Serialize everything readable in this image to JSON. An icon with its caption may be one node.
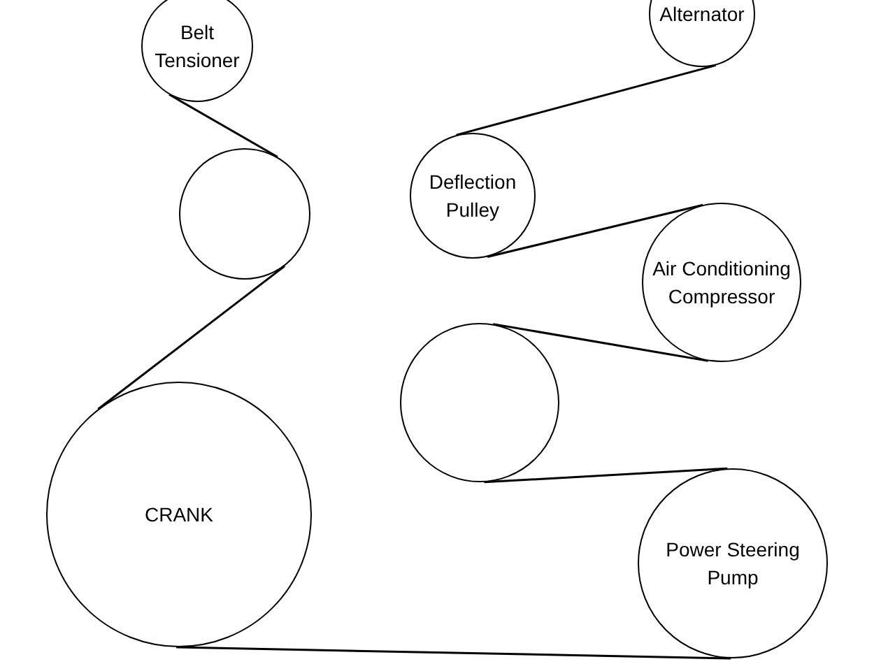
{
  "diagram": {
    "nodes": [
      {
        "text": [
          "Belt Tensioner"
        ]
      },
      {
        "text": [
          "Alternator"
        ]
      },
      {
        "text": [
          "Deflection Pulley"
        ]
      },
      {
        "text": [],
        "shape": "circle"
      },
      {
        "text": [
          "Air Conditioning Compressor"
        ]
      },
      {
        "text": [],
        "shape": "circle"
      },
      {
        "text": [
          "CRANK"
        ]
      },
      {
        "text": [
          "Power Steering Pump"
        ]
      }
    ],
    "edges": [
      {
        "from": 0,
        "to": 3,
        "arrow": "none"
      },
      {
        "from": 3,
        "to": 6,
        "arrow": "none"
      },
      {
        "from": 6,
        "to": 7,
        "arrow": "none"
      },
      {
        "from": 7,
        "to": 5,
        "arrow": "none"
      },
      {
        "from": 5,
        "to": 4,
        "arrow": "none"
      },
      {
        "from": 4,
        "to": 2,
        "arrow": "none"
      },
      {
        "from": 2,
        "to": 1,
        "arrow": "none"
      }
    ]
  }
}
